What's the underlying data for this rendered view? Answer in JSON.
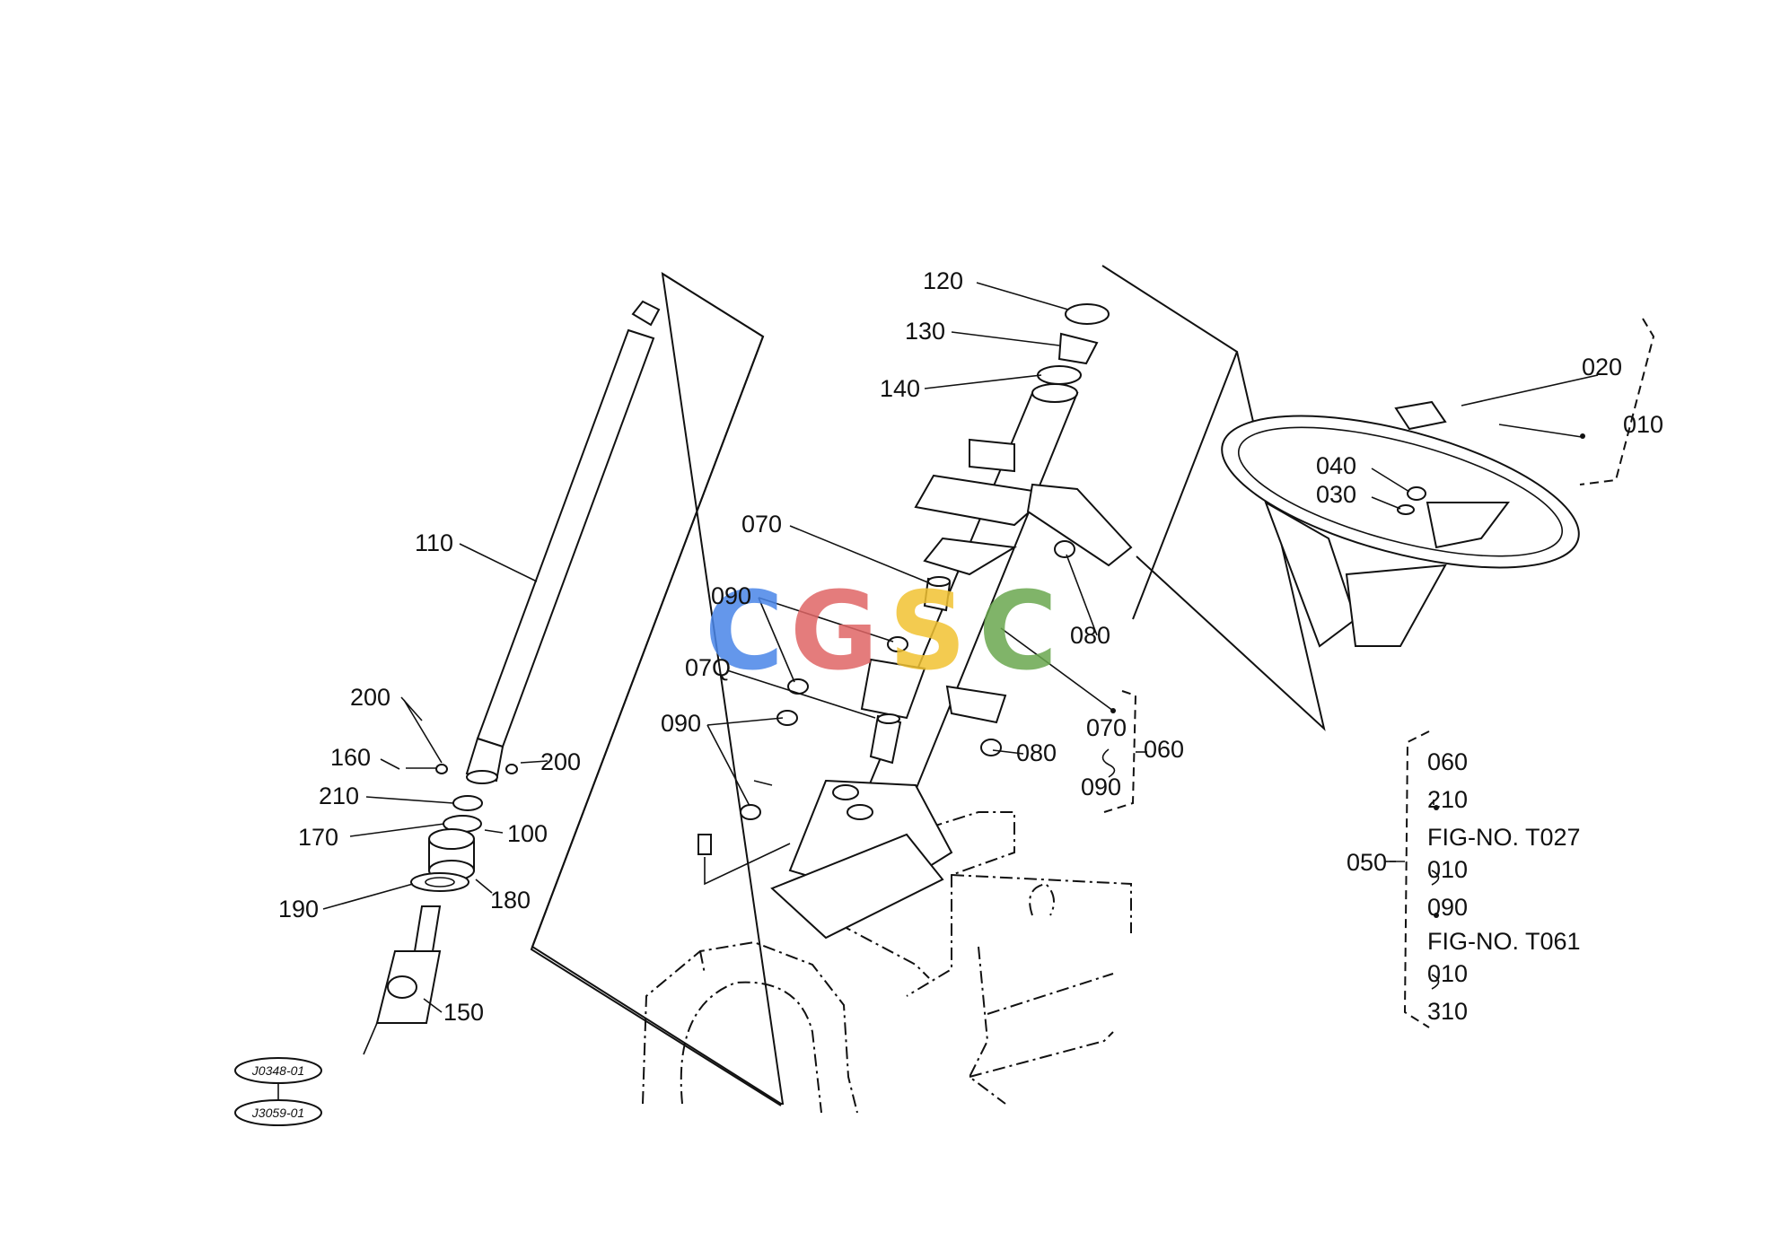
{
  "parts": {
    "p010": "010",
    "p020": "020",
    "p030": "030",
    "p040": "040",
    "p050": "050",
    "p060": "060",
    "p070_a": "070",
    "p070_b": "07Q",
    "p070_c": "070",
    "p080_a": "080",
    "p080_b": "080",
    "p090_a": "090",
    "p090_b": "090",
    "p090_c": "090",
    "p100": "100",
    "p110": "110",
    "p120": "120",
    "p130": "130",
    "p140": "140",
    "p150": "150",
    "p160": "160",
    "p170": "170",
    "p180": "180",
    "p190": "190",
    "p200_a": "200",
    "p200_b": "200",
    "p210": "210"
  },
  "group_060": {
    "from": "070",
    "to": "090",
    "label": "060"
  },
  "legend_050": {
    "label": "050",
    "rows": [
      "060",
      "210",
      "FIG-NO. T027",
      "010",
      "090",
      "FIG-NO. T061",
      "010",
      "310"
    ]
  },
  "ref_codes": [
    "J0348-01",
    "J3059-01"
  ],
  "watermark": {
    "letters": [
      "C",
      "G",
      "S",
      "C"
    ],
    "colors": [
      "#4a86e8",
      "#e06666",
      "#f1c232",
      "#6aa84f"
    ]
  }
}
